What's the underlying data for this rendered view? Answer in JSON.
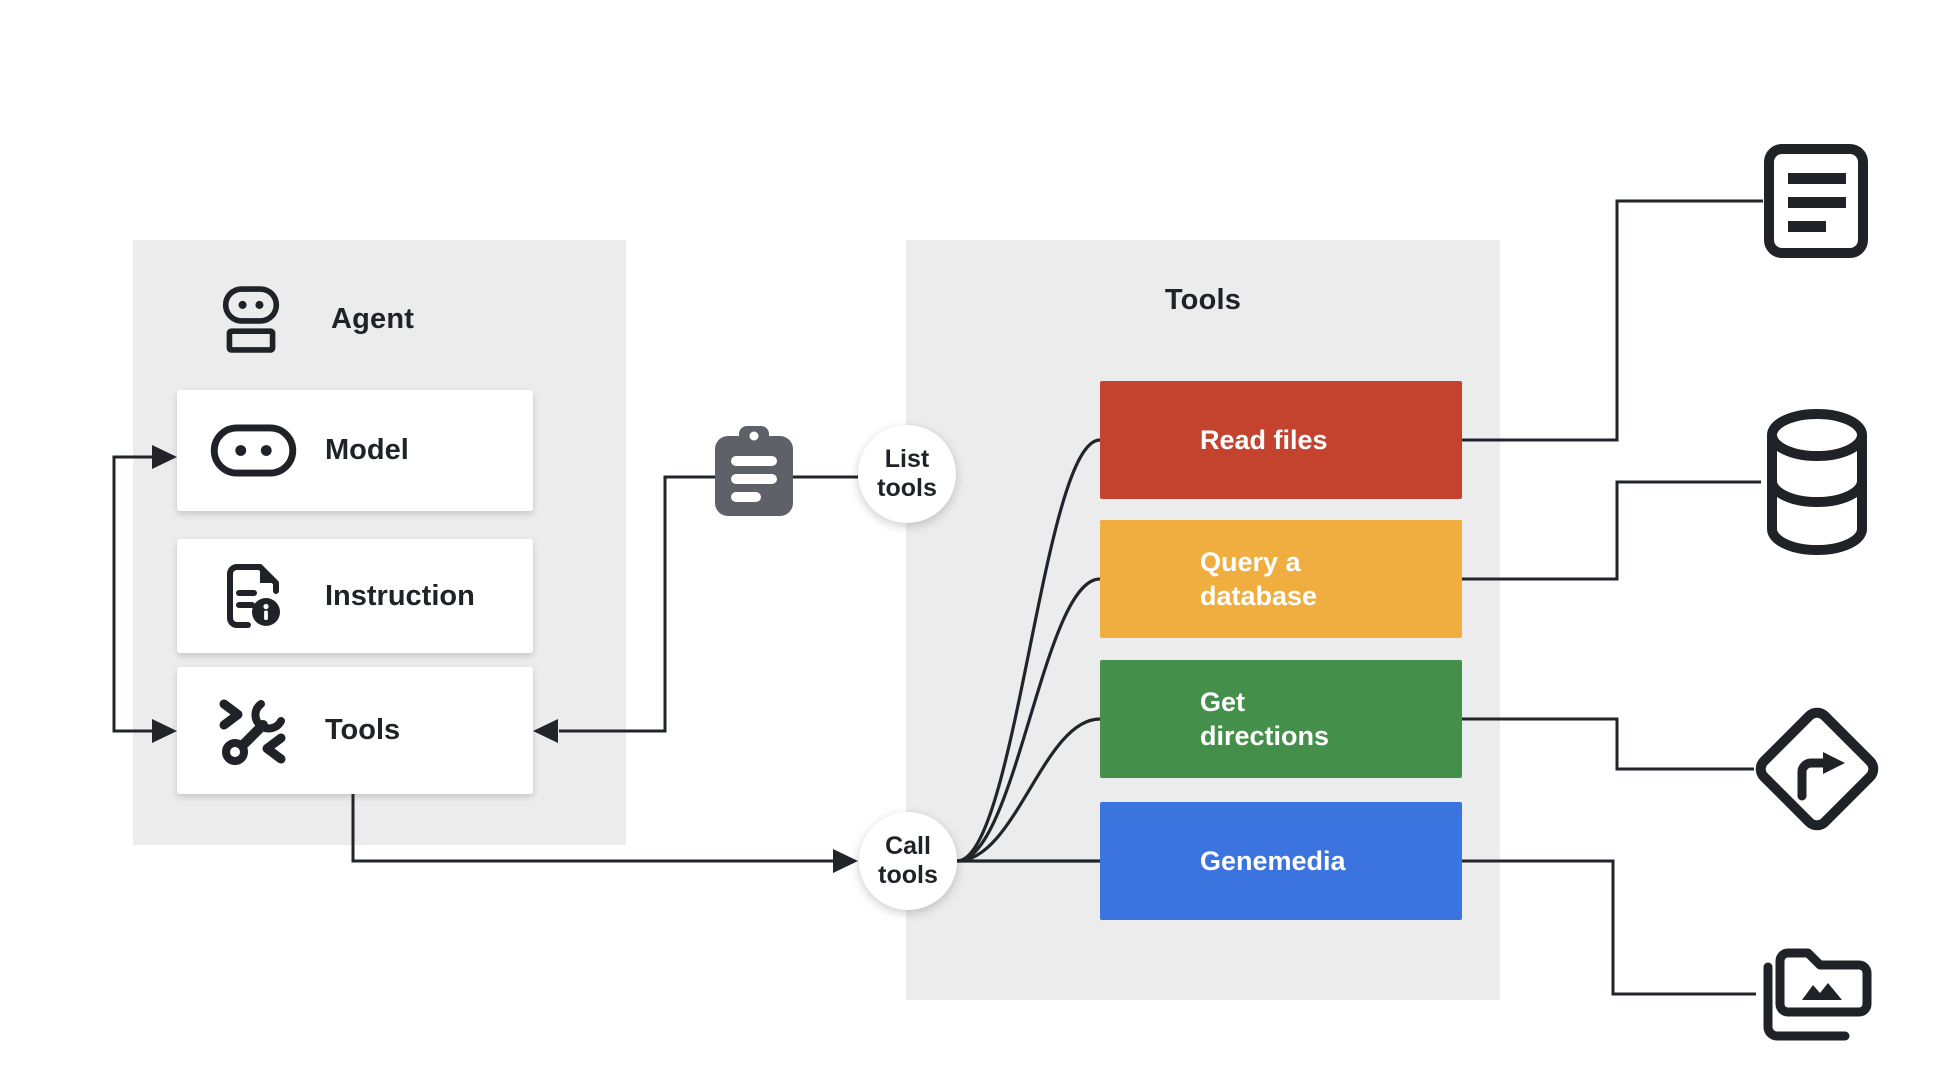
{
  "agent_panel": {
    "title": "Agent",
    "cards": [
      {
        "label": "Model",
        "icon": "robot-face-icon"
      },
      {
        "label": "Instruction",
        "icon": "instruction-document-icon"
      },
      {
        "label": "Tools",
        "icon": "wrench-code-icon"
      }
    ]
  },
  "flow": {
    "list_tools_label": "List tools",
    "call_tools_label": "Call tools",
    "clipboard_icon": "clipboard-icon"
  },
  "tools_panel": {
    "title": "Tools",
    "tools": [
      {
        "label": "Read files",
        "color": "#C4432F",
        "target_icon": "document-icon"
      },
      {
        "label": "Query a database",
        "color": "#EFAE3F",
        "target_icon": "database-icon"
      },
      {
        "label": "Get directions",
        "color": "#44904A",
        "target_icon": "directions-icon"
      },
      {
        "label": "Genemedia",
        "color": "#3B73DF",
        "target_icon": "media-icon"
      }
    ]
  },
  "colors": {
    "panel_bg": "#ECECEC",
    "line": "#212529",
    "icon": "#1F2227",
    "clipboard": "#5E6167",
    "card_bg": "#FFFFFF",
    "tool_text": "#FFFFFF"
  }
}
